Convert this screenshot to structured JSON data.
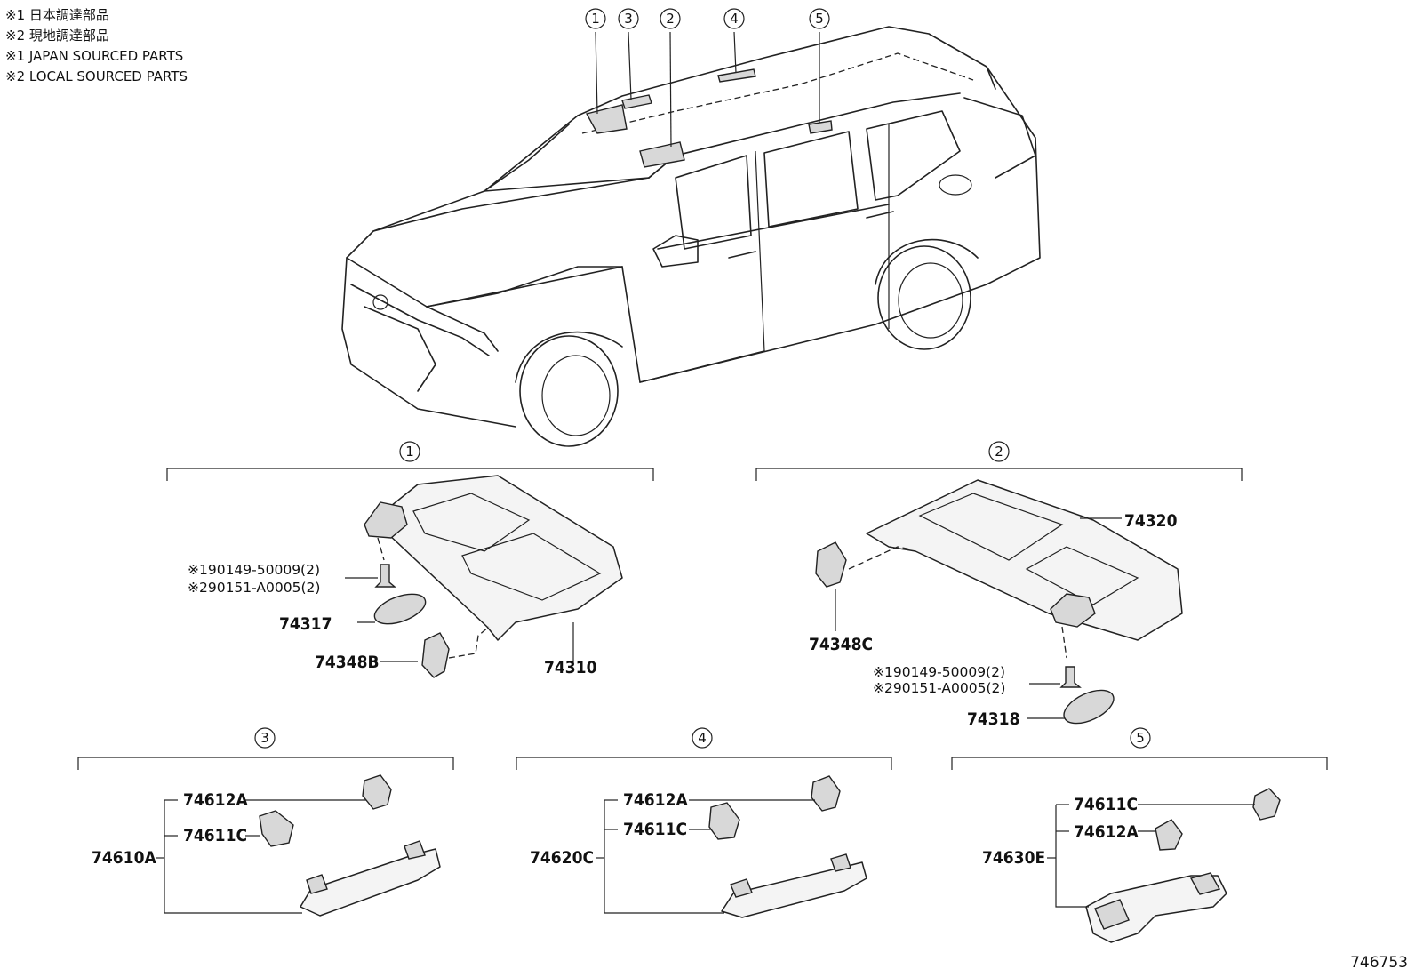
{
  "legend": [
    "※1 日本調達部品",
    "※2 現地調達部品",
    "※1 JAPAN SOURCED PARTS",
    "※2 LOCAL SOURCED PARTS"
  ],
  "callouts": [
    "1",
    "3",
    "2",
    "4",
    "5"
  ],
  "groups": {
    "g1": {
      "number": "1",
      "labels": [
        "※190149-50009(2)",
        "※290151-A0005(2)",
        "74317",
        "74348B",
        "74310"
      ]
    },
    "g2": {
      "number": "2",
      "labels": [
        "74320",
        "74348C",
        "※190149-50009(2)",
        "※290151-A0005(2)",
        "74318"
      ]
    },
    "g3": {
      "number": "3",
      "labels": [
        "74612A",
        "74611C",
        "74610A"
      ]
    },
    "g4": {
      "number": "4",
      "labels": [
        "74612A",
        "74611C",
        "74620C"
      ]
    },
    "g5": {
      "number": "5",
      "labels": [
        "74611C",
        "74612A",
        "74630E"
      ]
    }
  },
  "diagram_code": "746753"
}
